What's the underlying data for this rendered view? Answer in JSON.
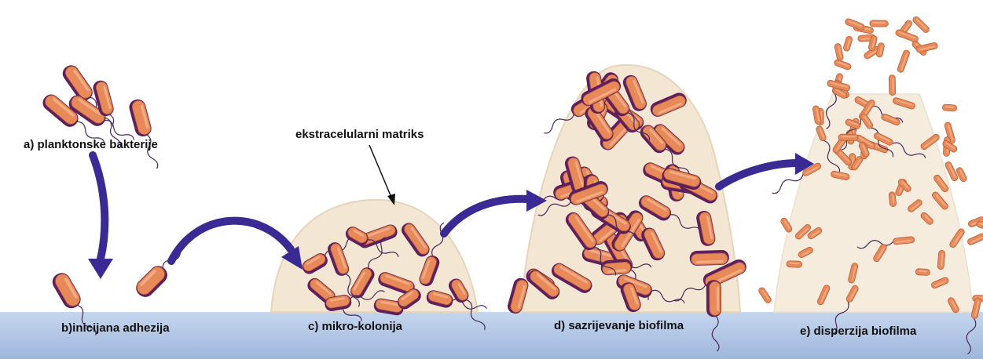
{
  "labels": {
    "planktonic": "a) planktonske bakterije",
    "adhesion": "b)inicijana adhezija",
    "microcolony": "c) mikro-kolonija",
    "maturation": "d) sazrijevanje biofilma",
    "dispersion": "e) disperzija biofilma",
    "matrix": "ekstracelularni matriks"
  },
  "colors": {
    "bacterium_body": "#e8895a",
    "bacterium_shadow": "#5e1f5c",
    "arrow": "#3a2a94",
    "matrix_fill": "#f3e6d3",
    "surface": "#b7cbe6",
    "flagellum": "#4a2a5a"
  }
}
